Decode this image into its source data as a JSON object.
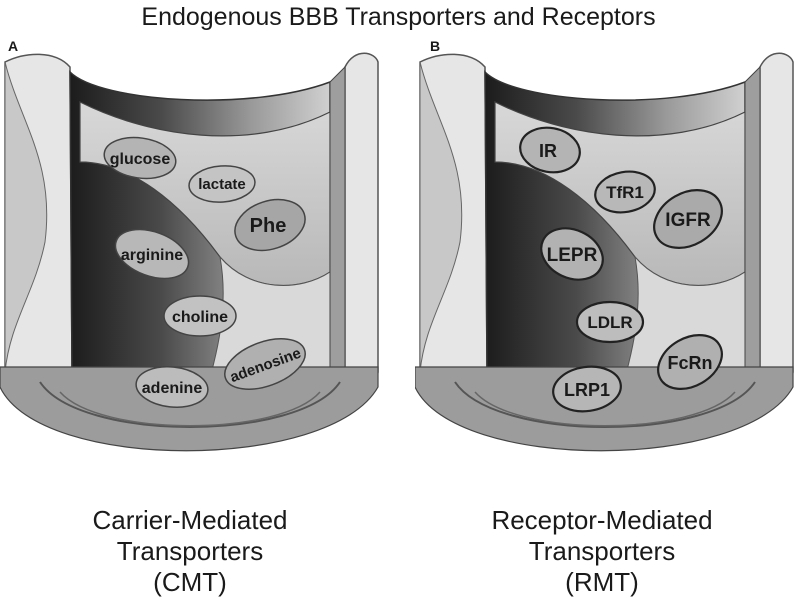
{
  "title": "Endogenous BBB Transporters and Receptors",
  "panels": [
    {
      "letter": "A",
      "caption": [
        "Carrier-Mediated",
        "Transporters",
        "(CMT)"
      ],
      "items": [
        "glucose",
        "lactate",
        "Phe",
        "arginine",
        "choline",
        "adenosine",
        "adenine"
      ]
    },
    {
      "letter": "B",
      "caption": [
        "Receptor-Mediated",
        "Transporters",
        "(RMT)"
      ],
      "items": [
        "IR",
        "TfR1",
        "IGFR",
        "LEPR",
        "LDLR",
        "FcRn",
        "LRP1"
      ]
    }
  ],
  "colors": {
    "dark": "#2e2e2e",
    "mid": "#8a8a8a",
    "light": "#cfcfcf",
    "pill": "#b9b9b9"
  }
}
